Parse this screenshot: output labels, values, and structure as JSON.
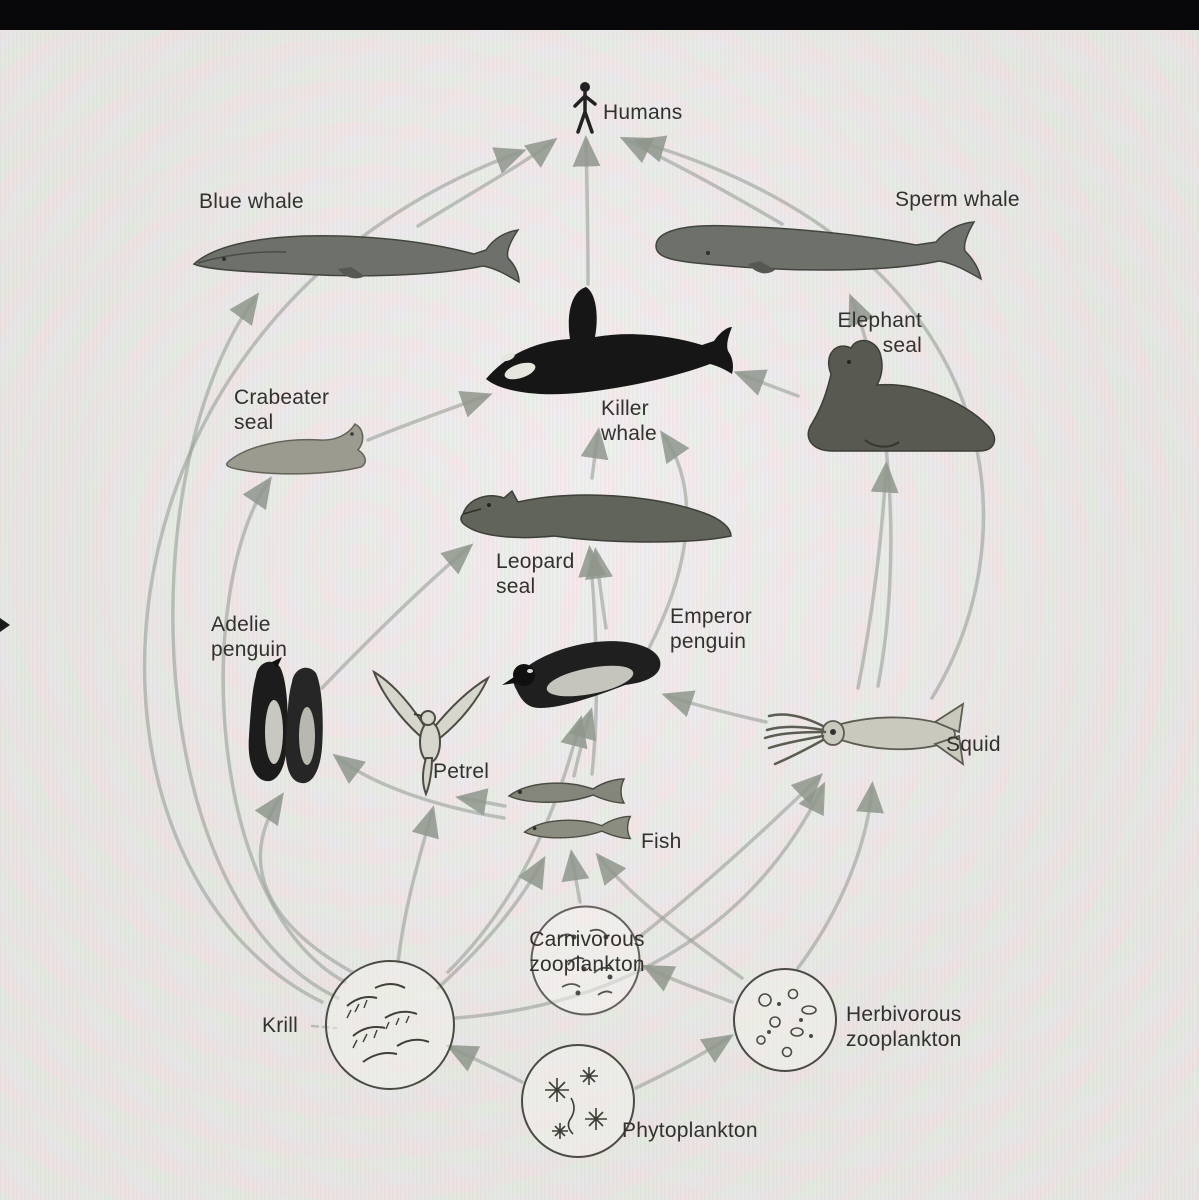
{
  "screen": {
    "top_bar_color": "#08080b",
    "page_background": "#eceae5",
    "arrow_color": "#99a098",
    "ink_color": "#31312d"
  },
  "diagram": {
    "nodes": {
      "humans": {
        "label": "Humans"
      },
      "blue_whale": {
        "label": "Blue whale"
      },
      "sperm_whale": {
        "label": "Sperm whale"
      },
      "elephant_seal": {
        "label": "Elephant\nseal"
      },
      "crabeater_seal": {
        "label": "Crabeater\nseal"
      },
      "killer_whale": {
        "label": "Killer\nwhale"
      },
      "leopard_seal": {
        "label": "Leopard\nseal"
      },
      "adelie_penguin": {
        "label": "Adelie\npenguin"
      },
      "emperor_penguin": {
        "label": "Emperor\npenguin"
      },
      "petrel": {
        "label": "Petrel"
      },
      "squid": {
        "label": "Squid"
      },
      "fish": {
        "label": "Fish"
      },
      "carnivorous_zooplankton": {
        "label": "Carnivorous\nzooplankton"
      },
      "krill": {
        "label": "Krill"
      },
      "herbivorous_zooplankton": {
        "label": "Herbivorous\nzooplankton"
      },
      "phytoplankton": {
        "label": "Phytoplankton"
      }
    },
    "edges": [
      {
        "from": "phytoplankton",
        "to": "krill"
      },
      {
        "from": "phytoplankton",
        "to": "herbivorous_zooplankton"
      },
      {
        "from": "herbivorous_zooplankton",
        "to": "carnivorous_zooplankton"
      },
      {
        "from": "herbivorous_zooplankton",
        "to": "squid"
      },
      {
        "from": "herbivorous_zooplankton",
        "to": "fish"
      },
      {
        "from": "carnivorous_zooplankton",
        "to": "fish"
      },
      {
        "from": "carnivorous_zooplankton",
        "to": "squid"
      },
      {
        "from": "krill",
        "to": "blue_whale"
      },
      {
        "from": "krill",
        "to": "crabeater_seal"
      },
      {
        "from": "krill",
        "to": "adelie_penguin"
      },
      {
        "from": "krill",
        "to": "petrel"
      },
      {
        "from": "krill",
        "to": "fish"
      },
      {
        "from": "krill",
        "to": "emperor_penguin"
      },
      {
        "from": "krill",
        "to": "squid"
      },
      {
        "from": "krill",
        "to": "humans"
      },
      {
        "from": "fish",
        "to": "petrel"
      },
      {
        "from": "fish",
        "to": "emperor_penguin"
      },
      {
        "from": "fish",
        "to": "adelie_penguin"
      },
      {
        "from": "fish",
        "to": "leopard_seal"
      },
      {
        "from": "squid",
        "to": "emperor_penguin"
      },
      {
        "from": "squid",
        "to": "sperm_whale"
      },
      {
        "from": "squid",
        "to": "elephant_seal"
      },
      {
        "from": "squid",
        "to": "humans"
      },
      {
        "from": "emperor_penguin",
        "to": "leopard_seal"
      },
      {
        "from": "emperor_penguin",
        "to": "killer_whale"
      },
      {
        "from": "adelie_penguin",
        "to": "leopard_seal"
      },
      {
        "from": "leopard_seal",
        "to": "killer_whale"
      },
      {
        "from": "crabeater_seal",
        "to": "killer_whale"
      },
      {
        "from": "elephant_seal",
        "to": "killer_whale"
      },
      {
        "from": "killer_whale",
        "to": "humans"
      },
      {
        "from": "blue_whale",
        "to": "humans"
      },
      {
        "from": "sperm_whale",
        "to": "humans"
      }
    ]
  }
}
